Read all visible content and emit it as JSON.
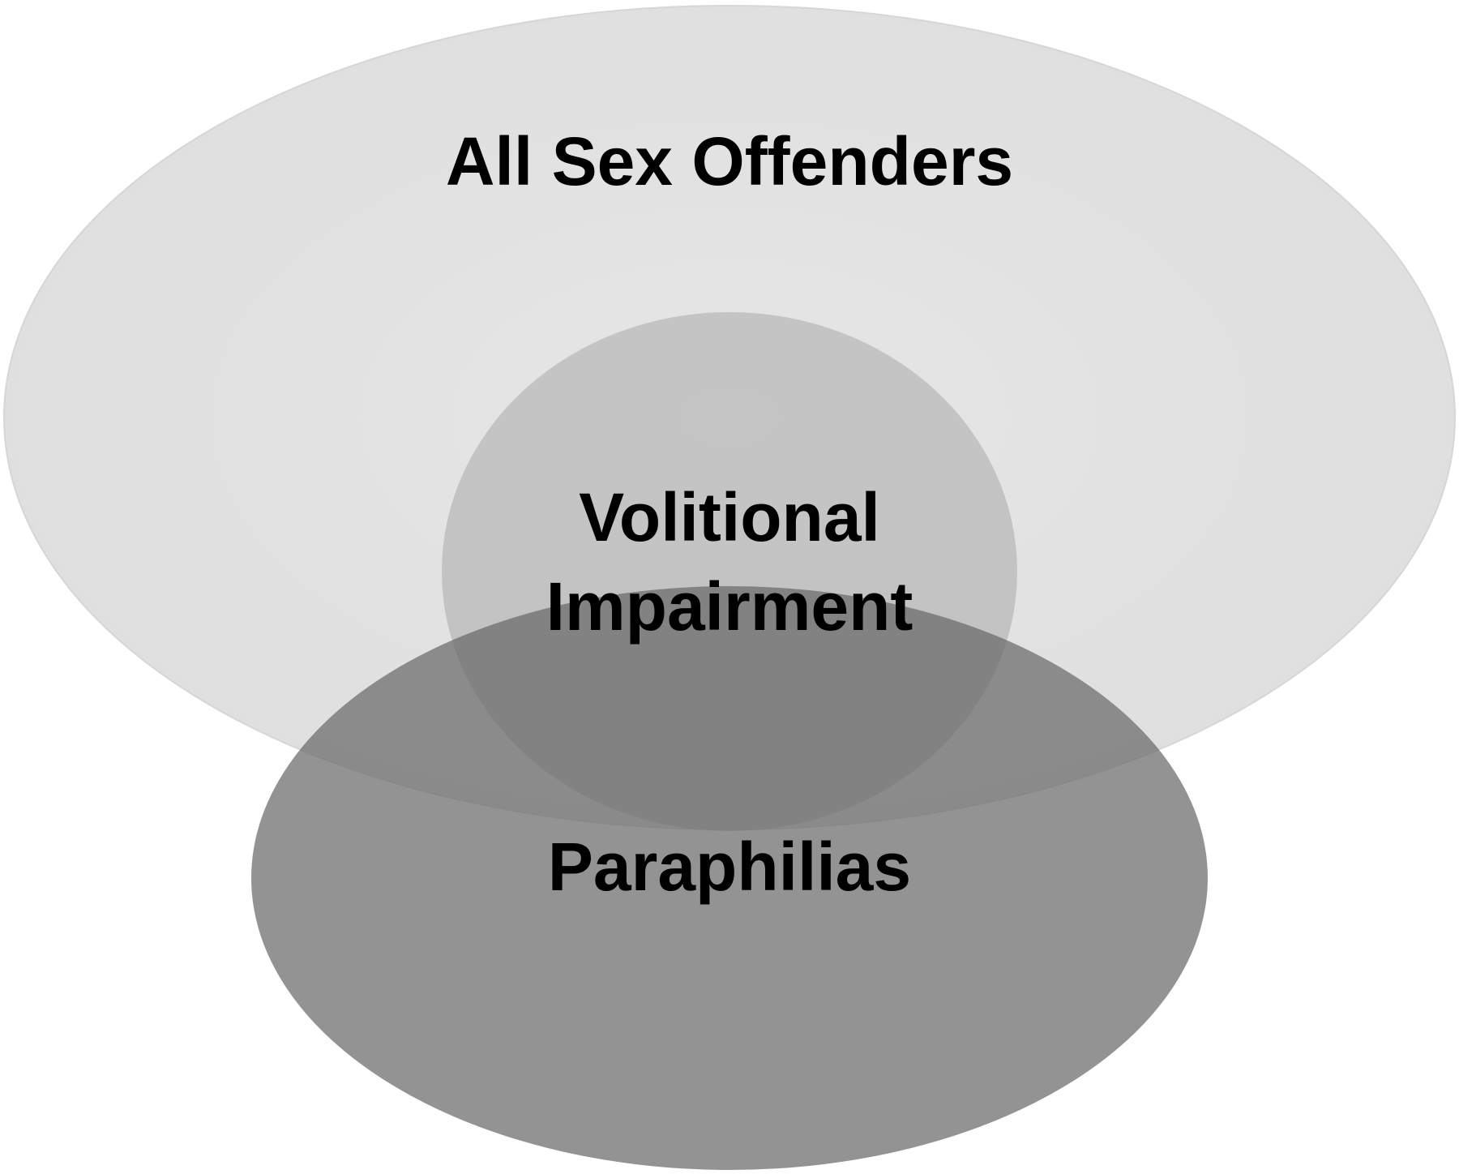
{
  "diagram": {
    "type": "venn",
    "sets": [
      {
        "id": "all-sex-offenders",
        "label": "All Sex Offenders",
        "fill": "#e3e3e3"
      },
      {
        "id": "volitional-impairment",
        "label_lines": [
          "Volitional",
          "Impairment"
        ],
        "fill": "#b9b9b9"
      },
      {
        "id": "paraphilias",
        "label": "Paraphilias",
        "fill": "#6e6e6e"
      }
    ],
    "colors": {
      "background": "#ffffff",
      "outer_set": "#e3e3e3",
      "inner_set": "#b9b9b9",
      "overlap_set": "#6e6e6e",
      "text": "#000000"
    }
  }
}
